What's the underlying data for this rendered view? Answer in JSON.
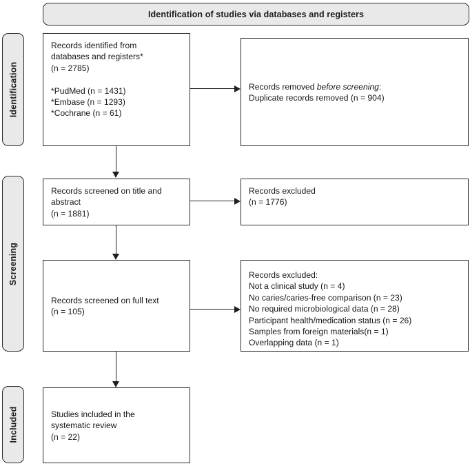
{
  "diagram": {
    "type": "prisma-flow-diagram",
    "banner": {
      "label": "Identification of studies via databases and registers"
    },
    "stages": [
      {
        "id": "identification",
        "label": "Identification"
      },
      {
        "id": "screening",
        "label": "Screening"
      },
      {
        "id": "included",
        "label": "Included"
      }
    ],
    "boxes": {
      "records_identified": {
        "lines": [
          "Records identified from",
          "databases and registers*",
          "(n = 2785)",
          "",
          "*PudMed (n = 1431)",
          "*Embase (n = 1293)",
          "*Cochrane (n = 61)"
        ]
      },
      "records_removed": {
        "line1_prefix": "Records removed ",
        "line1_italic": "before screening",
        "line1_suffix": ":",
        "line2": "Duplicate records removed (n = 904)"
      },
      "screened_title_abstract": {
        "lines": [
          "Records screened on title and",
          "abstract",
          "(n = 1881)"
        ]
      },
      "excluded_title_abstract": {
        "lines": [
          "Records excluded",
          "(n = 1776)"
        ]
      },
      "screened_full_text": {
        "lines": [
          "Records screened on full text",
          "(n = 105)"
        ]
      },
      "excluded_full_text": {
        "lines": [
          "Records excluded:",
          "Not a clinical study (n = 4)",
          "No caries/caries-free comparison (n = 23)",
          "No required microbiological data (n = 28)",
          "Participant health/medication status (n = 26)",
          "Samples from foreign materials(n = 1)",
          "Overlapping data (n = 1)"
        ]
      },
      "studies_included": {
        "lines": [
          "Studies included in the",
          "systematic review",
          "(n = 22)"
        ]
      }
    },
    "counts": {
      "identified_total": 2785,
      "pubmed": 1431,
      "embase": 1293,
      "cochrane": 61,
      "duplicates_removed": 904,
      "screened_title_abstract": 1881,
      "excluded_title_abstract": 1776,
      "screened_full_text": 105,
      "excluded_not_clinical_study": 4,
      "excluded_no_caries_comparison": 23,
      "excluded_no_microbiological_data": 28,
      "excluded_health_medication_status": 26,
      "excluded_foreign_materials": 1,
      "excluded_overlapping_data": 1,
      "included_total": 22
    },
    "colors": {
      "box_fill": "#ffffff",
      "banner_fill": "#e9e9e9",
      "stroke": "#2a2a2a",
      "text": "#151515"
    }
  }
}
